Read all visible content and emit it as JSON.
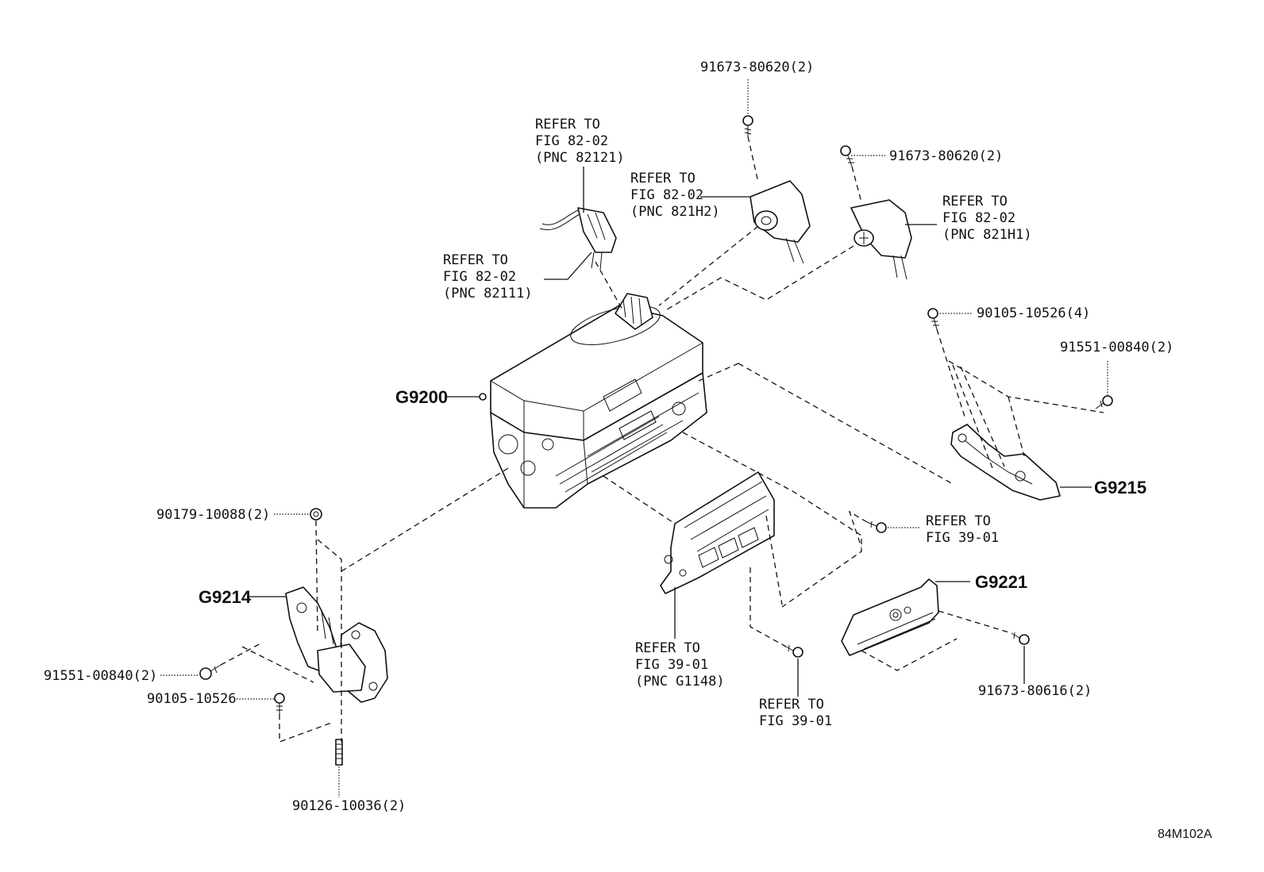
{
  "diagram_id": "84M102A",
  "part_codes": {
    "main": "G9200",
    "right_bracket": "G9215",
    "left_bracket": "G9214",
    "cover": "G9221"
  },
  "fasteners": {
    "top_center": "91673-80620(2)",
    "top_right": "91673-80620(2)",
    "right_bolt_4": "90105-10526(4)",
    "right_bolt_2": "91551-00840(2)",
    "left_nut": "90179-10088(2)",
    "left_bolt": "91551-00840(2)",
    "left_bolt_single": "90105-10526",
    "left_stud": "90126-10036(2)",
    "cover_bolt": "91673-80616(2)"
  },
  "references": {
    "connector_82121": {
      "line1": "REFER TO",
      "line2": "FIG 82-02",
      "line3": "(PNC 82121)"
    },
    "connector_821H2": {
      "line1": "REFER TO",
      "line2": "FIG 82-02",
      "line3": "(PNC 821H2)"
    },
    "connector_821H1": {
      "line1": "REFER TO",
      "line2": "FIG 82-02",
      "line3": "(PNC 821H1)"
    },
    "connector_82111": {
      "line1": "REFER TO",
      "line2": "FIG 82-02",
      "line3": "(PNC 82111)"
    },
    "fig_39_right": {
      "line1": "REFER TO",
      "line2": "FIG 39-01"
    },
    "fig_39_g1148": {
      "line1": "REFER TO",
      "line2": "FIG 39-01",
      "line3": "(PNC G1148)"
    },
    "fig_39_bottom": {
      "line1": "REFER TO",
      "line2": "FIG 39-01"
    }
  }
}
